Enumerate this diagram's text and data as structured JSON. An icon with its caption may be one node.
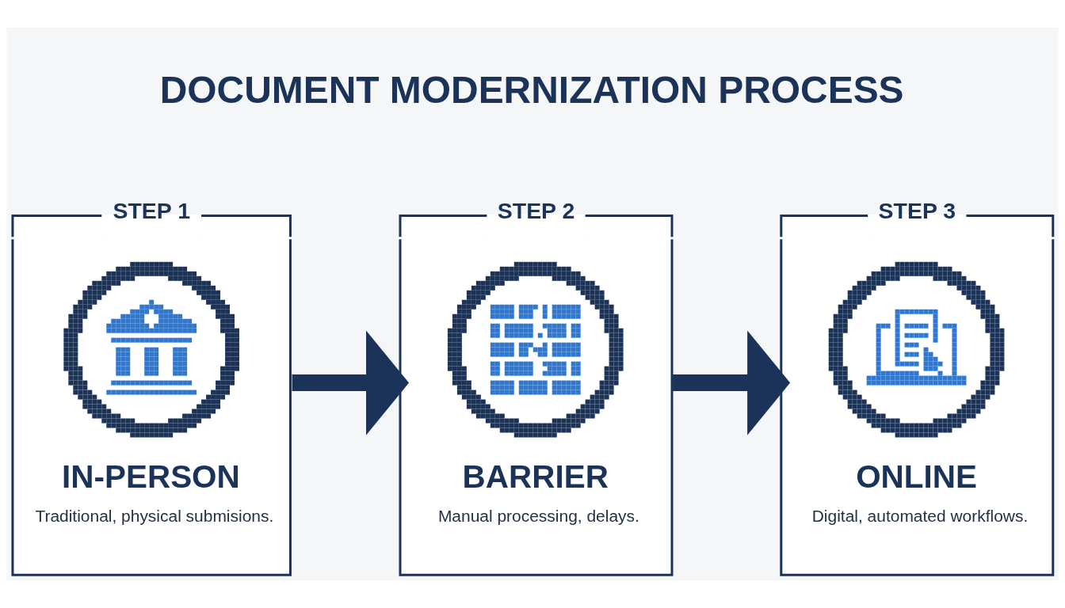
{
  "diagram": {
    "title": "DOCUMENT MODERNIZATION PROCESS",
    "nodes": [
      {
        "text": [
          "STEP 1",
          "IN-PERSON",
          "Traditional, physical submisions."
        ]
      },
      {
        "text": [
          "STEP 2",
          "BARRIER",
          "Manual processing, delays."
        ]
      },
      {
        "text": [
          "STEP 3",
          "ONLINE",
          "Digital, automated workflows."
        ]
      }
    ],
    "edges": [
      {
        "from": 0,
        "to": 1,
        "arrow": "to"
      },
      {
        "from": 1,
        "to": 2,
        "arrow": "to"
      }
    ]
  }
}
